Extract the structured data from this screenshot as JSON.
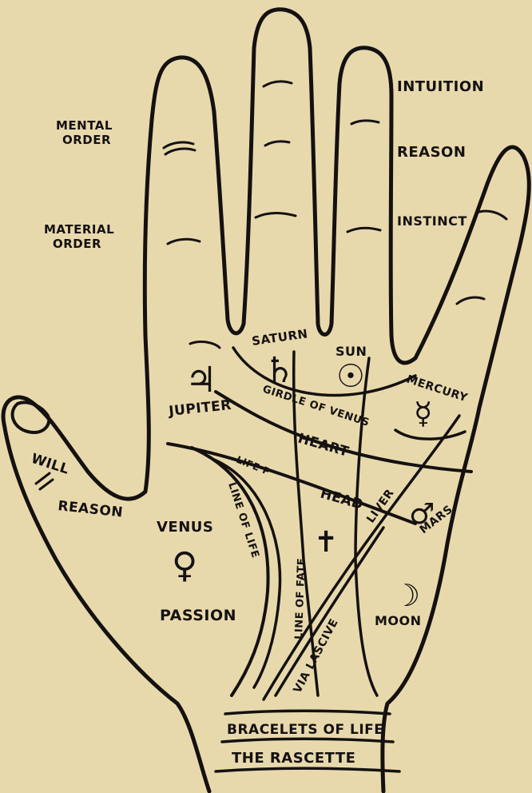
{
  "labels": {
    "mental_order_1": "MENTAL",
    "mental_order_2": "ORDER",
    "material_order_1": "MATERIAL",
    "material_order_2": "ORDER",
    "intuition": "INTUITION",
    "reason_finger": "REASON",
    "instinct": "INSTINCT",
    "saturn": "SATURN",
    "sun": "SUN",
    "mercury": "MERCURY",
    "jupiter": "JUPITER",
    "girdle_of_venus": "GIRDLE OF VENUS",
    "heart": "HEART",
    "head": "HEAD",
    "life_p": "LIFE P",
    "liver": "LIVER",
    "mars": "MARS",
    "will": "WILL",
    "reason_thumb": "REASON",
    "venus": "VENUS",
    "line_of_life": "LINE OF LIFE",
    "line_of_fate": "LINE OF FATE",
    "via_lasciva": "VIA LASCIVE",
    "passion": "PASSION",
    "moon": "MOON",
    "bracelets_of_life": "BRACELETS OF LIFE",
    "the_rascette": "THE RASCETTE"
  },
  "symbols": {
    "jupiter": "♃",
    "saturn": "♄",
    "sun": "☉",
    "mercury": "☿",
    "mars": "♂",
    "venus": "♀",
    "moon": "☽",
    "cross": "✝"
  },
  "colors": {
    "paper": "#e8d9ad",
    "ink": "#141110"
  }
}
